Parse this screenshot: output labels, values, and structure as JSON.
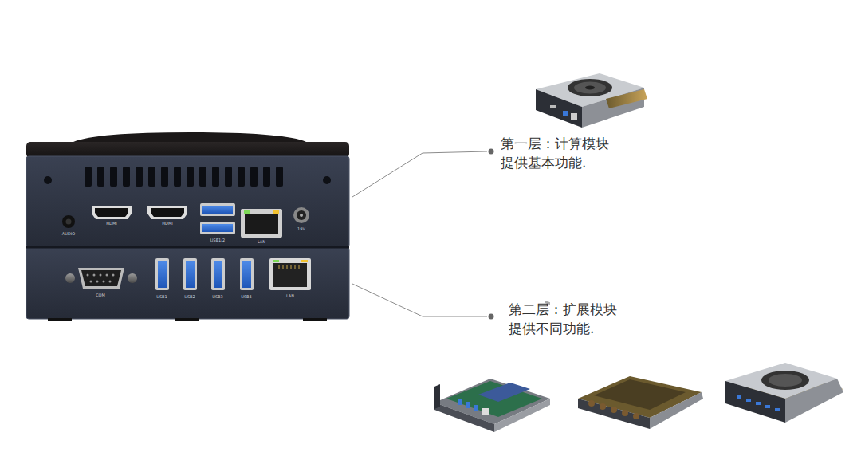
{
  "diagram": {
    "labels": [
      "第一层：计算模块",
      "提供基本功能.",
      "第二层：扩展模块",
      "提供不同功能.",
      "AUDIO",
      "HDMI",
      "HDMI",
      "USB1/2",
      "LAN",
      "19V",
      "COM",
      "USB1",
      "USB2",
      "USB3",
      "USB4",
      "LAN"
    ]
  }
}
